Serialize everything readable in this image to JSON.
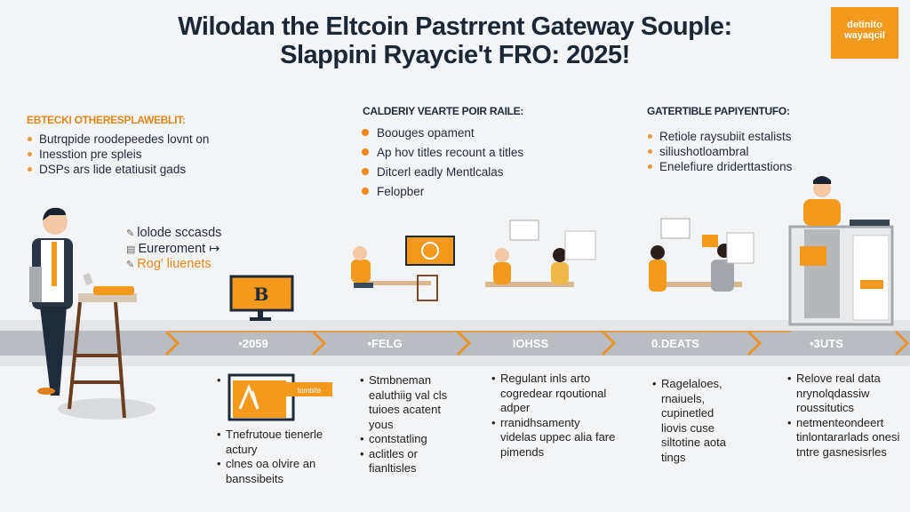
{
  "title": {
    "line1": "Wilodan the Eltcoin Pastrrent Gateway Souple:",
    "line2": "Slappini Ryaycie't FRO: 2025!"
  },
  "logo": {
    "text": "detinito wayaqcil"
  },
  "sections": [
    {
      "heading": "Ebtecki otheresplaweblit:",
      "items": [
        "Butrqpide roodepeedes lovnt on",
        "Inesstion pre spleis",
        "DSPs ars lide etatiusit gads"
      ]
    },
    {
      "heading": "Calderiy vearte poir raile:",
      "items": [
        "Boouges opament",
        "Ap hov titles recount a titles",
        "Ditcerl eadly Mentlcalas",
        "Felopber"
      ]
    },
    {
      "heading": "Gatertible papiyentufo:",
      "items": [
        "Retiole raysubiit estalists",
        "siliushotloambral",
        "Enelefiure driderttastions"
      ]
    }
  ],
  "side_list": [
    "lolode sccasds",
    "Eureroment ↦",
    "Rog' liuenets"
  ],
  "illustration_labels": {
    "monitor": "B",
    "sign": "tombite"
  },
  "timeline": [
    "•2059",
    "•FELG",
    "IOHSS",
    "0.DEATS",
    "•3UTS"
  ],
  "columns": [
    [
      "Tnefrutoue tienerle actury",
      "clnes oa olvire an banssibeits"
    ],
    [
      "Stmbneman ealuthiig val cls tuioes acatent yous",
      "contstatling",
      "aclitles or fianltisles"
    ],
    [
      "Regulant inls arto cogredear rqoutional adper",
      "rranidhsamenty videlas uppec alia fare pimends"
    ],
    [
      "Ragelaloes, rnaiuels, cupinetled liovis cuse siltotine aota tings"
    ],
    [
      "Relove real data nrynolqdassiw roussitutics",
      "netmenteondeert tinlontararlads onesi tntre gasnesisrles"
    ]
  ],
  "colors": {
    "accent": "#f39a1e",
    "navy": "#1f2a38",
    "band": "#b9bdc1"
  }
}
